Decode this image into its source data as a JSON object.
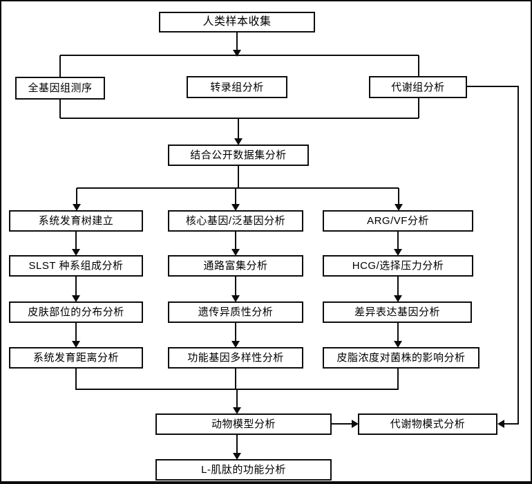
{
  "diagram": {
    "type": "flowchart",
    "line_color": "#0c0c0c",
    "box_fill": "#ffffff",
    "nodes": {
      "human_sample": {
        "label": "人类样本收集"
      },
      "wgs": {
        "label": "全基因组测序"
      },
      "transcriptome": {
        "label": "转录组分析"
      },
      "metabolome": {
        "label": "代谢组分析"
      },
      "public_dataset": {
        "label": "结合公开数据集分析"
      },
      "phylo_tree": {
        "label": "系统发育树建立"
      },
      "slst": {
        "label": "SLST 种系组成分析"
      },
      "skin_site": {
        "label": "皮肤部位的分布分析"
      },
      "phylo_dist": {
        "label": "系统发育距离分析"
      },
      "core_pan": {
        "label": "核心基因/泛基因分析"
      },
      "pathway": {
        "label": "通路富集分析"
      },
      "heterogeneity": {
        "label": "遗传异质性分析"
      },
      "func_gene": {
        "label": "功能基因多样性分析"
      },
      "arg_vf": {
        "label": "ARG/VF分析"
      },
      "hcg": {
        "label": "HCG/选择压力分析"
      },
      "deg": {
        "label": "差异表达基因分析"
      },
      "sebum": {
        "label": "皮脂浓度对菌株的影响分析"
      },
      "animal_model": {
        "label": "动物模型分析"
      },
      "metabolite_mode": {
        "label": "代谢物模式分析"
      },
      "carnosine": {
        "label": "L-肌肽的功能分析"
      }
    }
  }
}
